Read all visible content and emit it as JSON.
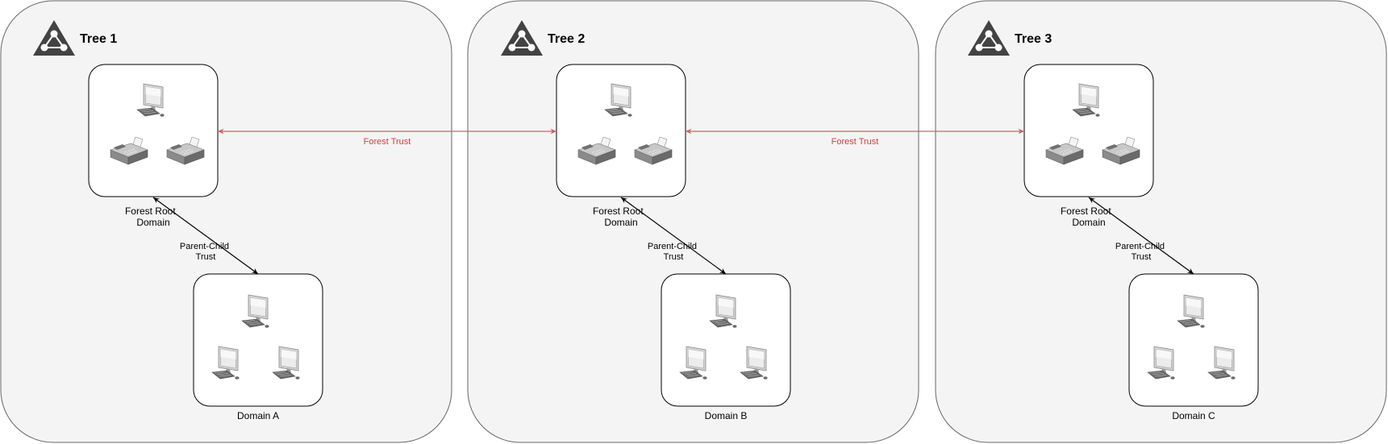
{
  "diagram": {
    "colors": {
      "tree_fill": "#f4f4f4",
      "tree_stroke": "#666666",
      "domain_fill": "#ffffff",
      "forest_trust": "#d06060",
      "parent_child_trust": "#000000",
      "icon_dark": "#434343"
    },
    "trees": [
      {
        "title": "Tree 1",
        "icon": "tree-icon",
        "root_domain": {
          "label_line1": "Forest Root",
          "label_line2": "Domain",
          "devices": [
            "computer-icon",
            "fax-icon",
            "fax-icon"
          ]
        },
        "child_domain": {
          "label": "Domain A",
          "devices": [
            "computer-icon",
            "computer-icon",
            "computer-icon"
          ]
        },
        "trust": {
          "label_line1": "Parent-Child",
          "label_line2": "Trust"
        }
      },
      {
        "title": "Tree 2",
        "icon": "tree-icon",
        "root_domain": {
          "label_line1": "Forest Root",
          "label_line2": "Domain",
          "devices": [
            "computer-icon",
            "fax-icon",
            "fax-icon"
          ]
        },
        "child_domain": {
          "label": "Domain B",
          "devices": [
            "computer-icon",
            "computer-icon",
            "computer-icon"
          ]
        },
        "trust": {
          "label_line1": "Parent-Child",
          "label_line2": "Trust"
        }
      },
      {
        "title": "Tree 3",
        "icon": "tree-icon",
        "root_domain": {
          "label_line1": "Forest Root",
          "label_line2": "Domain",
          "devices": [
            "computer-icon",
            "fax-icon",
            "fax-icon"
          ]
        },
        "child_domain": {
          "label": "Domain C",
          "devices": [
            "computer-icon",
            "computer-icon",
            "computer-icon"
          ]
        },
        "trust": {
          "label_line1": "Parent-Child",
          "label_line2": "Trust"
        }
      }
    ],
    "forest_trusts": [
      {
        "label": "Forest Trust",
        "from": "Tree 1",
        "to": "Tree 2"
      },
      {
        "label": "Forest Trust",
        "from": "Tree 2",
        "to": "Tree 3"
      }
    ]
  }
}
